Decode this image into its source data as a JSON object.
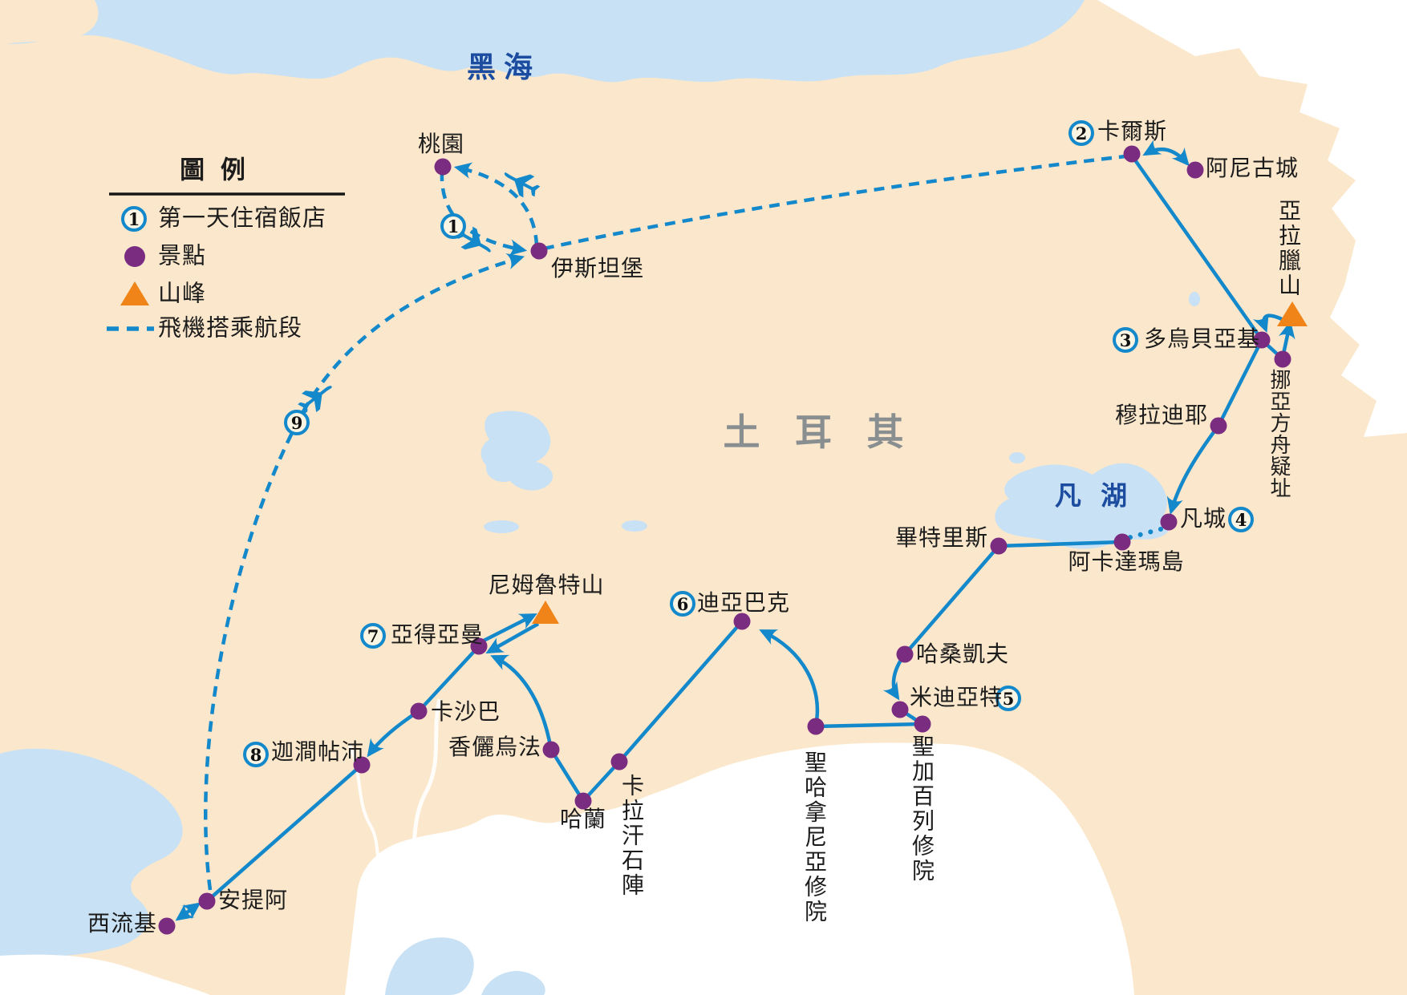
{
  "legend": {
    "title": "圖  例",
    "items": [
      {
        "number": "1",
        "label": "第一天住宿飯店"
      },
      {
        "label": "景點"
      },
      {
        "label": "山峰"
      },
      {
        "label": "飛機搭乘航段"
      }
    ]
  },
  "geo": {
    "black_sea": "黑海",
    "lake_van": "凡 湖",
    "country": "土 耳 其"
  },
  "numbers": {
    "n1": "1",
    "n2": "2",
    "n3": "3",
    "n4": "4",
    "n5": "5",
    "n6": "6",
    "n7": "7",
    "n8": "8",
    "n9": "9"
  },
  "stops": {
    "taoyuan": "桃園",
    "istanbul": "伊斯坦堡",
    "kars": "卡爾斯",
    "ani": "阿尼古城",
    "ararat": "亞拉臘山",
    "dogubayazit": "多烏貝亞基",
    "noahs_ark": "挪亞方舟疑址",
    "muradiye": "穆拉迪耶",
    "van": "凡城",
    "akdamar": "阿卡達瑪島",
    "bitlis": "畢特里斯",
    "hasankeyf": "哈桑凱夫",
    "midyat": "米迪亞特",
    "mor_gabriel": "聖加百列修院",
    "mor_hananyo": "聖哈拿尼亞修院",
    "diyarbakir": "迪亞巴克",
    "karahan": "卡拉汗石陣",
    "harran": "哈蘭",
    "sanliurfa": "香儷烏法",
    "nemrut": "尼姆魯特山",
    "adiyaman": "亞得亞曼",
    "kahta": "卡沙巴",
    "gaziantep": "迦澗帖沛",
    "antioch": "安提阿",
    "seleucia": "西流基"
  },
  "colors": {
    "land": "#FBE8CC",
    "sea": "#C8E1F4",
    "route": "#1388CB",
    "site_marker": "#7A2C80",
    "peak": "#F08418",
    "sea_label": "#1C4C9F",
    "country_label": "#898E90"
  }
}
